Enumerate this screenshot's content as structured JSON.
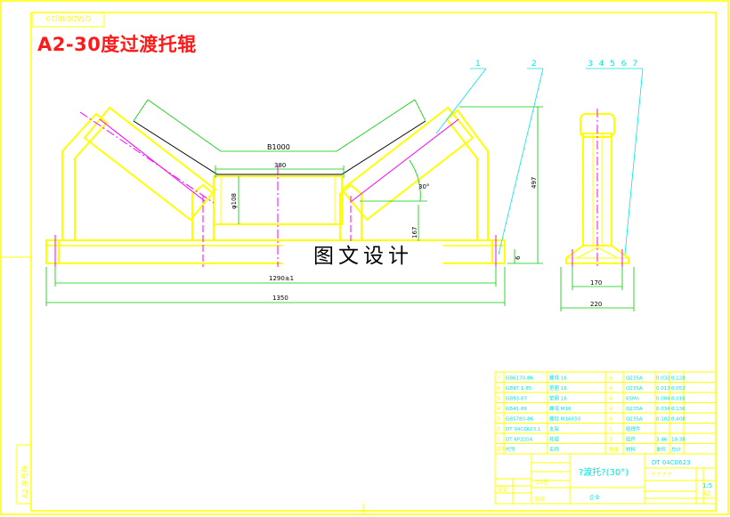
{
  "drawing_title": "A2-30度过渡托辊",
  "watermark": "图文设计",
  "code_box": "QTAD04BJ10",
  "side_label": "A2 序号件",
  "dimensions": {
    "belt_width": "B1000",
    "center_length": "380",
    "angle": "30°",
    "roll_dia": "φ108",
    "height_167": "167",
    "height_497": "497",
    "height_6": "6",
    "bolt_spacing": "1290±1",
    "total_length": "1350",
    "side_170": "170",
    "side_220": "220"
  },
  "balloons": {
    "b1": "1",
    "b2": "2",
    "b3to7": "3 4 5 6 7"
  },
  "bom_rows": [
    {
      "no": "7",
      "code": "GB6170-86",
      "name": "螺母 16",
      "qty": "4",
      "mat": "Q235A",
      "w1": "0.032",
      "w2": "0.128"
    },
    {
      "no": "6",
      "code": "GB97.1-85",
      "name": "垫圈 16",
      "qty": "4",
      "mat": "Q235A",
      "w1": "0.013",
      "w2": "0.052"
    },
    {
      "no": "5",
      "code": "GB93-87",
      "name": "垫圈 16",
      "qty": "4",
      "mat": "65Mn",
      "w1": "0.004",
      "w2": "0.016"
    },
    {
      "no": "4",
      "code": "GB41-86",
      "name": "螺母 M16",
      "qty": "4",
      "mat": "Q235A",
      "w1": "0.034",
      "w2": "0.136"
    },
    {
      "no": "3",
      "code": "GB5780-86",
      "name": "螺栓 M16X50",
      "qty": "4",
      "mat": "Q235A",
      "w1": "0.102",
      "w2": "0.408"
    },
    {
      "no": "2",
      "code": "DT 04C0623.1",
      "name": "支架",
      "qty": "1",
      "mat": "组焊件",
      "w1": "",
      "w2": ""
    },
    {
      "no": "1",
      "code": "DT 6P2204",
      "name": "托辊",
      "qty": "3",
      "mat": "组件",
      "w1": "3.46",
      "w2": "10.38"
    }
  ],
  "bom_header": {
    "no": "序号",
    "code": "代号",
    "name": "名称",
    "qty": "数量",
    "mat": "材料",
    "w1": "单件",
    "w2": "总计"
  },
  "title_block": {
    "name": "?渡托?(30°)",
    "drawing_no": "DT 04C0623",
    "marks": "? ? ? ?",
    "scale": "1:5",
    "sheet": "A2",
    "company": "企业",
    "designer": "工?艺",
    "left_label": "设计",
    "bottom_label": "审核"
  }
}
